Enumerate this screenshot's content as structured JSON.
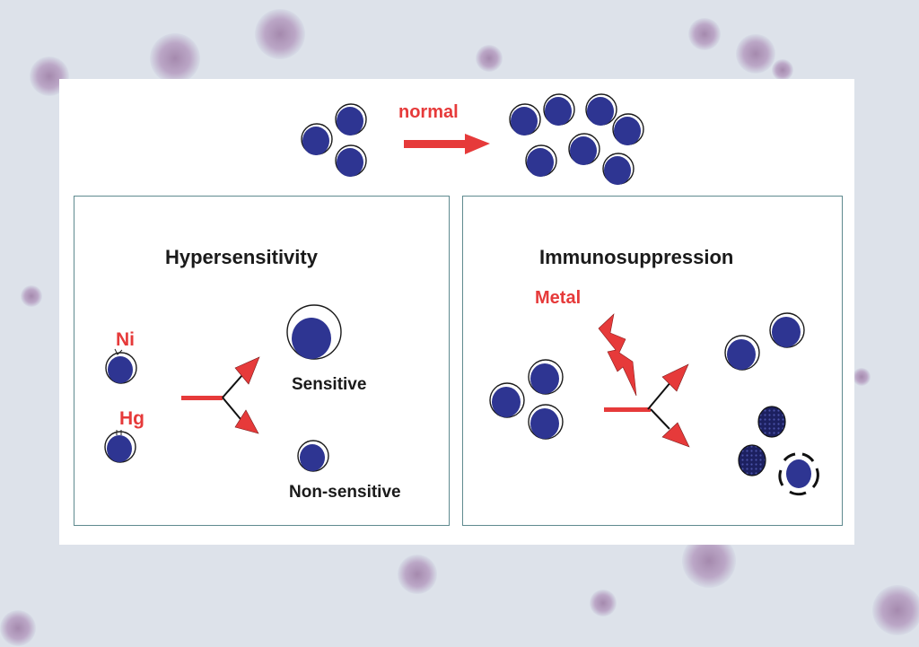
{
  "colors": {
    "cell_fill": "#2e3592",
    "cell_membrane": "#1a1a1a",
    "accent_red": "#e63a3a",
    "panel_border": "#5f8a8f",
    "background_tint": "#dde2ea",
    "bg_cell_pink": "#a88aa8"
  },
  "top": {
    "arrow_label": "normal"
  },
  "hypersensitivity": {
    "title": "Hypersensitivity",
    "metal_1": "Ni",
    "metal_2": "Hg",
    "outcome_1": "Sensitive",
    "outcome_2": "Non-sensitive"
  },
  "immunosuppression": {
    "title": "Immunosuppression",
    "agent": "Metal"
  }
}
